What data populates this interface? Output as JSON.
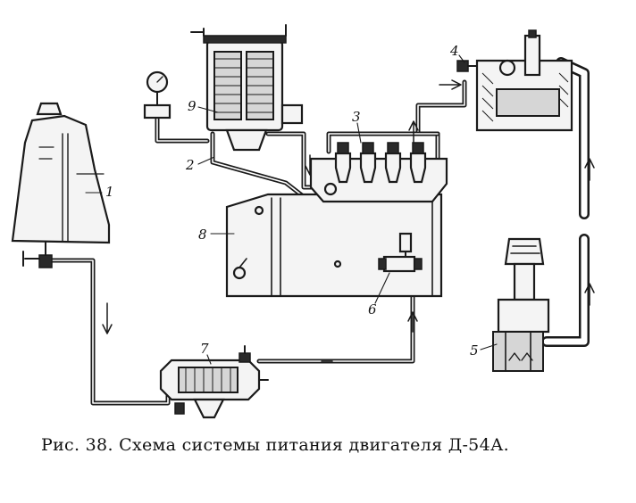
{
  "figure": {
    "caption": "Рис. 38. Схема системы питания двигателя Д-54А.",
    "labels": {
      "tank": "1",
      "fuel_line": "2",
      "injection_pump": "3",
      "injector": "4",
      "air_cleaner": "5",
      "valve": "6",
      "coarse_filter": "7",
      "engine_block": "8",
      "fine_filter": "9"
    }
  }
}
